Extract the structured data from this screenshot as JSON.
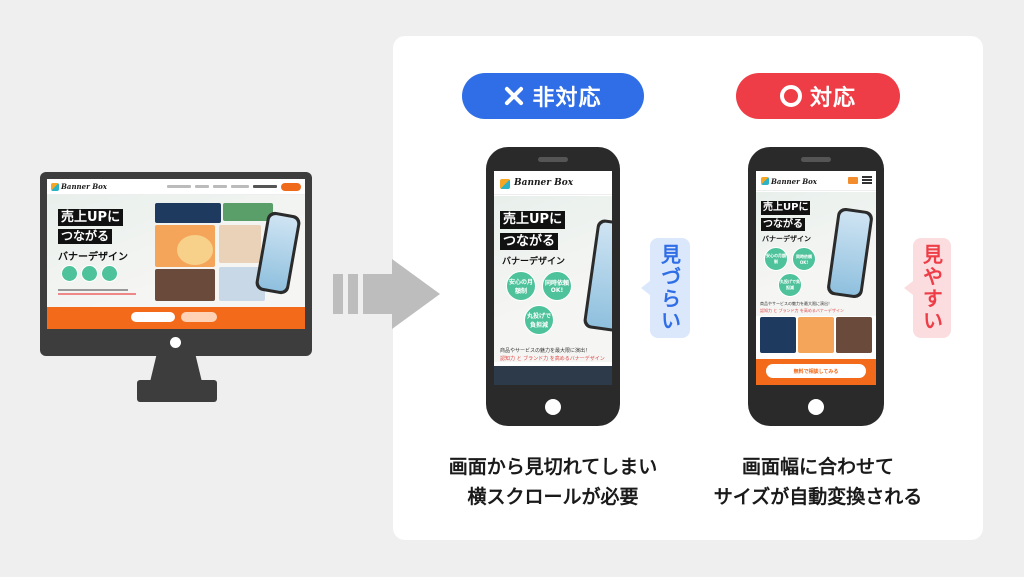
{
  "labels": {
    "ng": "非対応",
    "ok": "対応"
  },
  "callouts": {
    "ng": "見づらい",
    "ok": "見やすい"
  },
  "captions": {
    "ng_line1": "画面から見切れてしまい",
    "ng_line2": "横スクロールが必要",
    "ok_line1": "画面幅に合わせて",
    "ok_line2": "サイズが自動変換される"
  },
  "site": {
    "logo": "Banner Box",
    "headline_1": "売上UPに",
    "headline_2": "つながる",
    "headline_3": "バナーデザイン",
    "badge_1": "安心の月額制",
    "badge_2": "同時依頼OK!",
    "badge_3": "丸投げで負担減",
    "desc_1": "商品やサービスの魅力を最大限に演出！",
    "desc_2": "認知力 と ブランド力 を高めるバナーデザイン",
    "cta": "無料で相談してみる"
  },
  "colors": {
    "ng": "#2f6ee6",
    "ok": "#ee3d46",
    "brand_orange": "#f26a1a",
    "badge_green": "#4ec29a"
  },
  "icons": {
    "ng": "x-icon",
    "ok": "circle-icon"
  }
}
